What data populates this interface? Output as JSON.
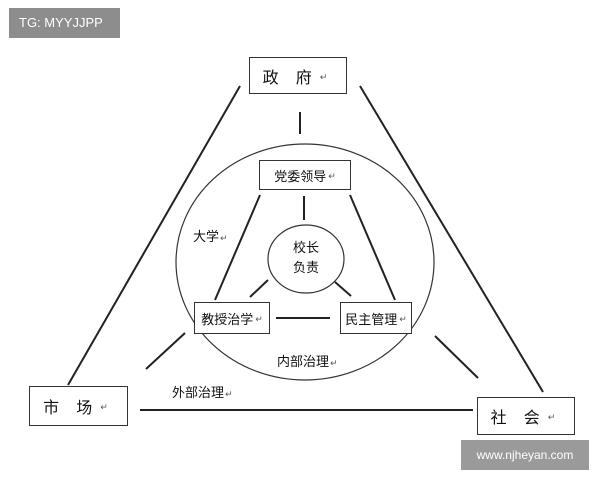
{
  "watermarks": {
    "top_left": "TG: MYYJJPP",
    "bottom_right": "www.njheyan.com"
  },
  "nodes": {
    "government": "政  府",
    "party_leadership": "党委领导",
    "president_line1": "校长",
    "president_line2": "负责",
    "professors": "教授治学",
    "democratic": "民主管理",
    "market": "市  场",
    "society": "社  会"
  },
  "labels": {
    "university": "大学",
    "internal_governance": "内部治理",
    "external_governance": "外部治理"
  },
  "paragraph_mark": "↵",
  "colors": {
    "line": "#222222",
    "watermark_bg": "#8d8d8d"
  }
}
